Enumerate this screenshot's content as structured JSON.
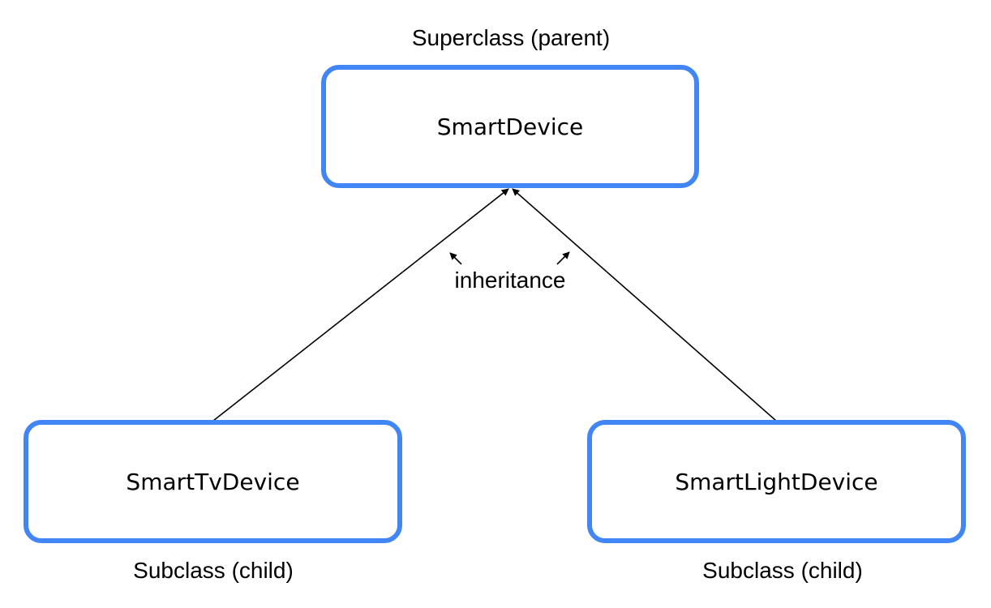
{
  "diagram": {
    "nodes": {
      "parent": {
        "label": "SmartDevice",
        "caption": "Superclass (parent)"
      },
      "tv": {
        "label": "SmartTvDevice",
        "caption": "Subclass (child)"
      },
      "light": {
        "label": "SmartLightDevice",
        "caption": "Subclass (child)"
      }
    },
    "edges": [
      {
        "from": "tv",
        "to": "parent",
        "relation": "inheritance"
      },
      {
        "from": "light",
        "to": "parent",
        "relation": "inheritance"
      }
    ],
    "edge_label": "inheritance",
    "colors": {
      "node_border": "#4285f4",
      "edge": "#000000",
      "text": "#000000"
    }
  }
}
